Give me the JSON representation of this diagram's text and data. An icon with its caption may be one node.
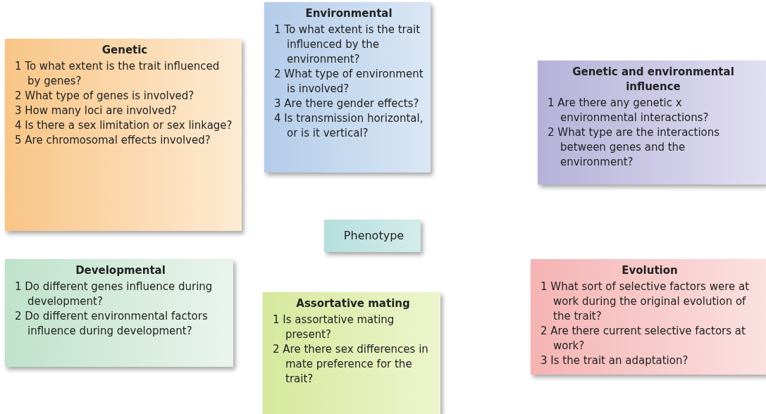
{
  "diagram": {
    "nodes": [
      {
        "text": [
          "Genetic",
          "1 To what extent is the trait influenced by genes?",
          "2 What type of genes is involved?",
          "3 How many loci are involved?",
          "4 Is there a sex limitation or sex linkage?",
          "5 Are chromosomal effects involved?"
        ]
      },
      {
        "text": [
          "Environmental",
          "1 To what extent is the trait influenced by the environment?",
          "2 What type of environment is involved?",
          "3 Are there gender effects?",
          "4 Is transmission horizontal, or is it vertical?"
        ]
      },
      {
        "text": [
          "Genetic and environmental influence",
          "1 Are there any genetic x environmental interactions?",
          "2 What type are the interactions between genes and the environment?"
        ]
      },
      {
        "text": [
          "Phenotype"
        ]
      },
      {
        "text": [
          "Developmental",
          "1 Do different genes influence during development?",
          "2 Do different environmental factors influence during development?"
        ]
      },
      {
        "text": [
          "Assortative mating",
          "1 Is assortative mating present?",
          "2 Are there sex differences in mate preference for the trait?"
        ]
      },
      {
        "text": [
          "Evolution",
          "1 What sort of selective factors were at work during the original evolution of the trait?",
          "2 Are there current selective factors at work?",
          "3 Is the trait an adaptation?"
        ]
      }
    ]
  }
}
